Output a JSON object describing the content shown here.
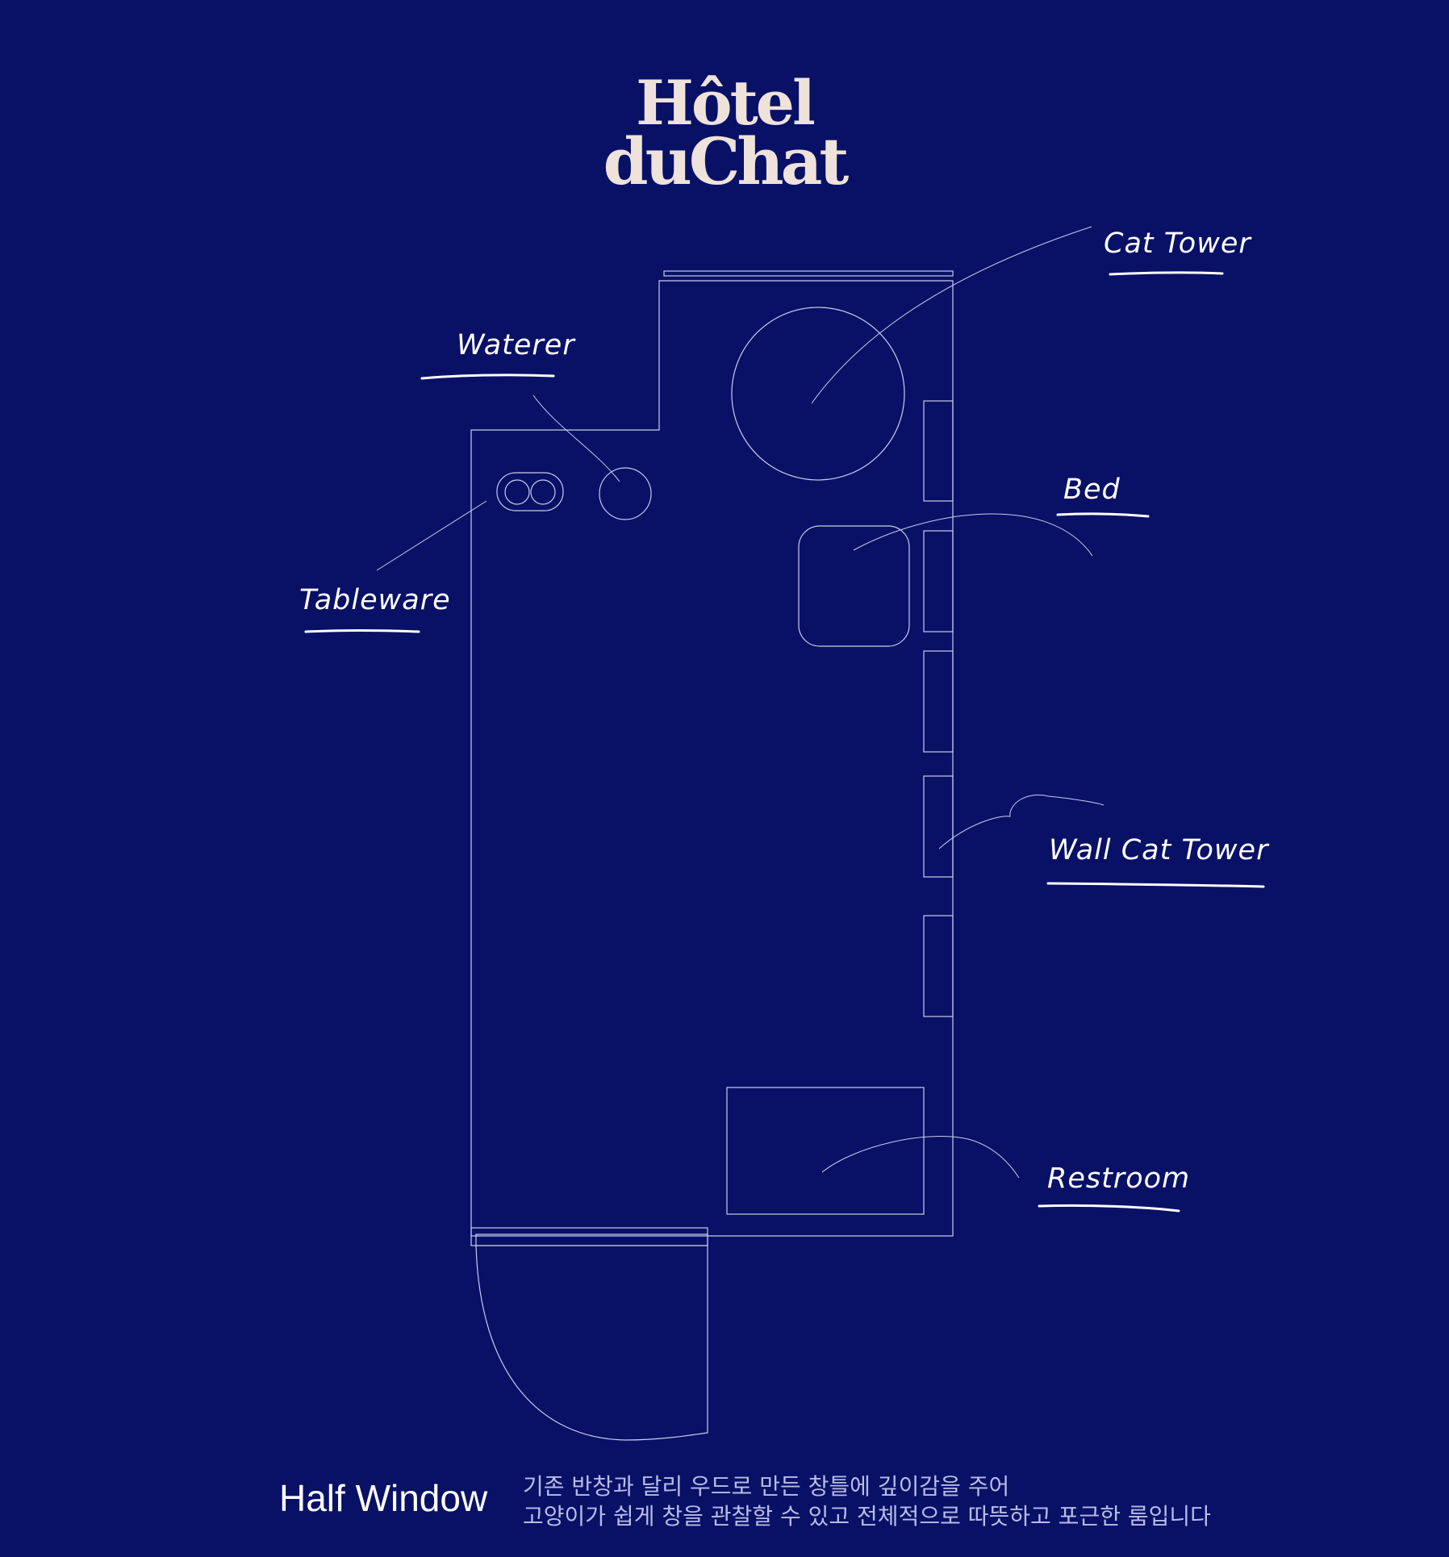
{
  "brand": {
    "line1": "Hôtel",
    "line2": "duChat"
  },
  "labels": {
    "cat_tower": "Cat Tower",
    "waterer": "Waterer",
    "bed": "Bed",
    "tableware": "Tableware",
    "wall_cat_tower": "Wall Cat Tower",
    "restroom": "Restroom"
  },
  "room": {
    "name": "Half Window",
    "description_line1": "기존 반창과 달리 우드로 만든 창틀에  깊이감을 주어",
    "description_line2": "고양이가 쉽게 창을 관찰할 수 있고  전체적으로  따뜻하고 포근한 룸입니다"
  },
  "colors": {
    "background": "#081166",
    "lines": "#C9CCEB",
    "logo": "#EEE2DA",
    "text": "#FFFFFF"
  }
}
